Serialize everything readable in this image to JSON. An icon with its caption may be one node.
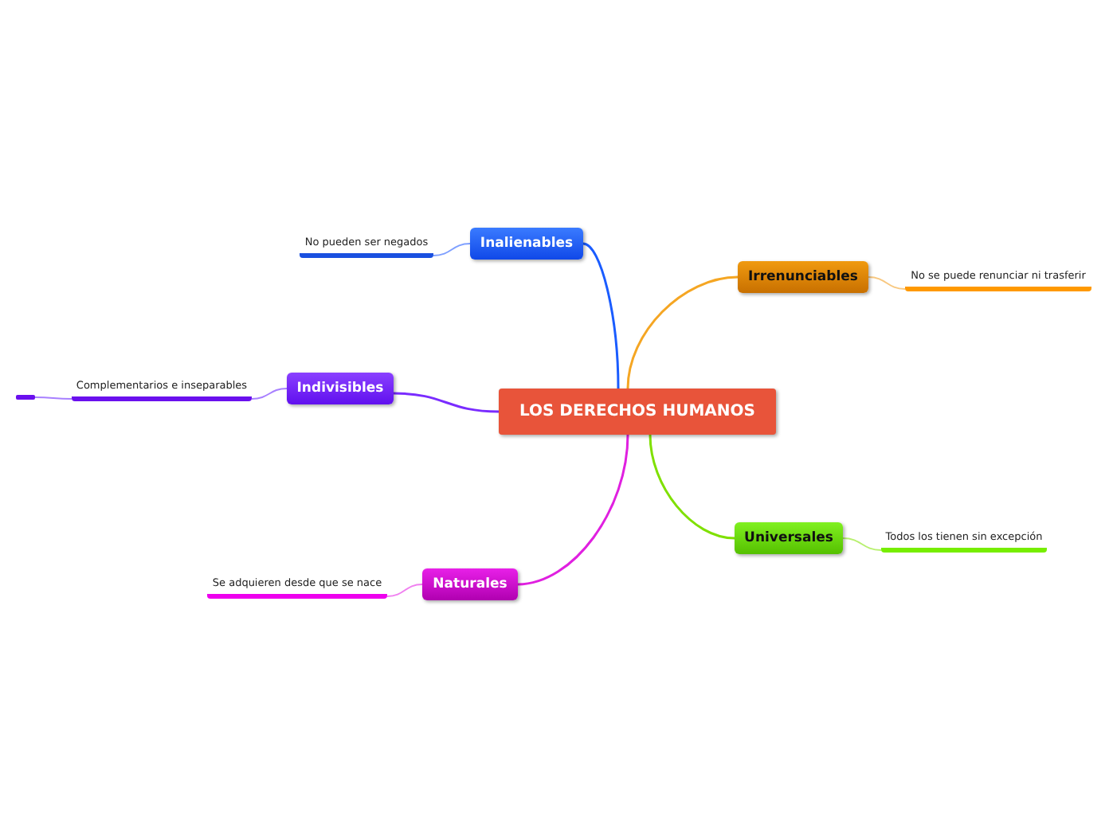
{
  "diagram": {
    "nodes": [
      {
        "text": [
          "LOS DERECHOS HUMANOS"
        ]
      },
      {
        "text": [
          "Inalienables"
        ]
      },
      {
        "text": [
          "No pueden ser negados"
        ]
      },
      {
        "text": [
          "Irrenunciables"
        ]
      },
      {
        "text": [
          "No se puede renunciar ni trasferir"
        ]
      },
      {
        "text": [
          "Indivisibles"
        ]
      },
      {
        "text": [
          "Complementarios e inseparables"
        ]
      },
      {
        "text": [],
        "shape": "bar"
      },
      {
        "text": [
          "Universales"
        ]
      },
      {
        "text": [
          "Todos los tienen sin excepción"
        ]
      },
      {
        "text": [
          "Naturales"
        ]
      },
      {
        "text": [
          "Se adquieren desde que se nace"
        ]
      }
    ],
    "edges": [
      {
        "from": 0,
        "to": 1,
        "arrow": "none",
        "color": "#1a5cff"
      },
      {
        "from": 1,
        "to": 2,
        "arrow": "none",
        "color": "#7fa0ff"
      },
      {
        "from": 0,
        "to": 3,
        "arrow": "none",
        "color": "#f5a623"
      },
      {
        "from": 3,
        "to": 4,
        "arrow": "none",
        "color": "#f8c880"
      },
      {
        "from": 0,
        "to": 5,
        "arrow": "none",
        "color": "#7a2cff"
      },
      {
        "from": 5,
        "to": 6,
        "arrow": "none",
        "color": "#a880ff"
      },
      {
        "from": 6,
        "to": 7,
        "arrow": "none",
        "color": "#a880ff"
      },
      {
        "from": 0,
        "to": 8,
        "arrow": "none",
        "color": "#7fe000"
      },
      {
        "from": 8,
        "to": 9,
        "arrow": "none",
        "color": "#b8f070"
      },
      {
        "from": 0,
        "to": 10,
        "arrow": "none",
        "color": "#e020e0"
      },
      {
        "from": 10,
        "to": 11,
        "arrow": "none",
        "color": "#f080f0"
      }
    ]
  }
}
